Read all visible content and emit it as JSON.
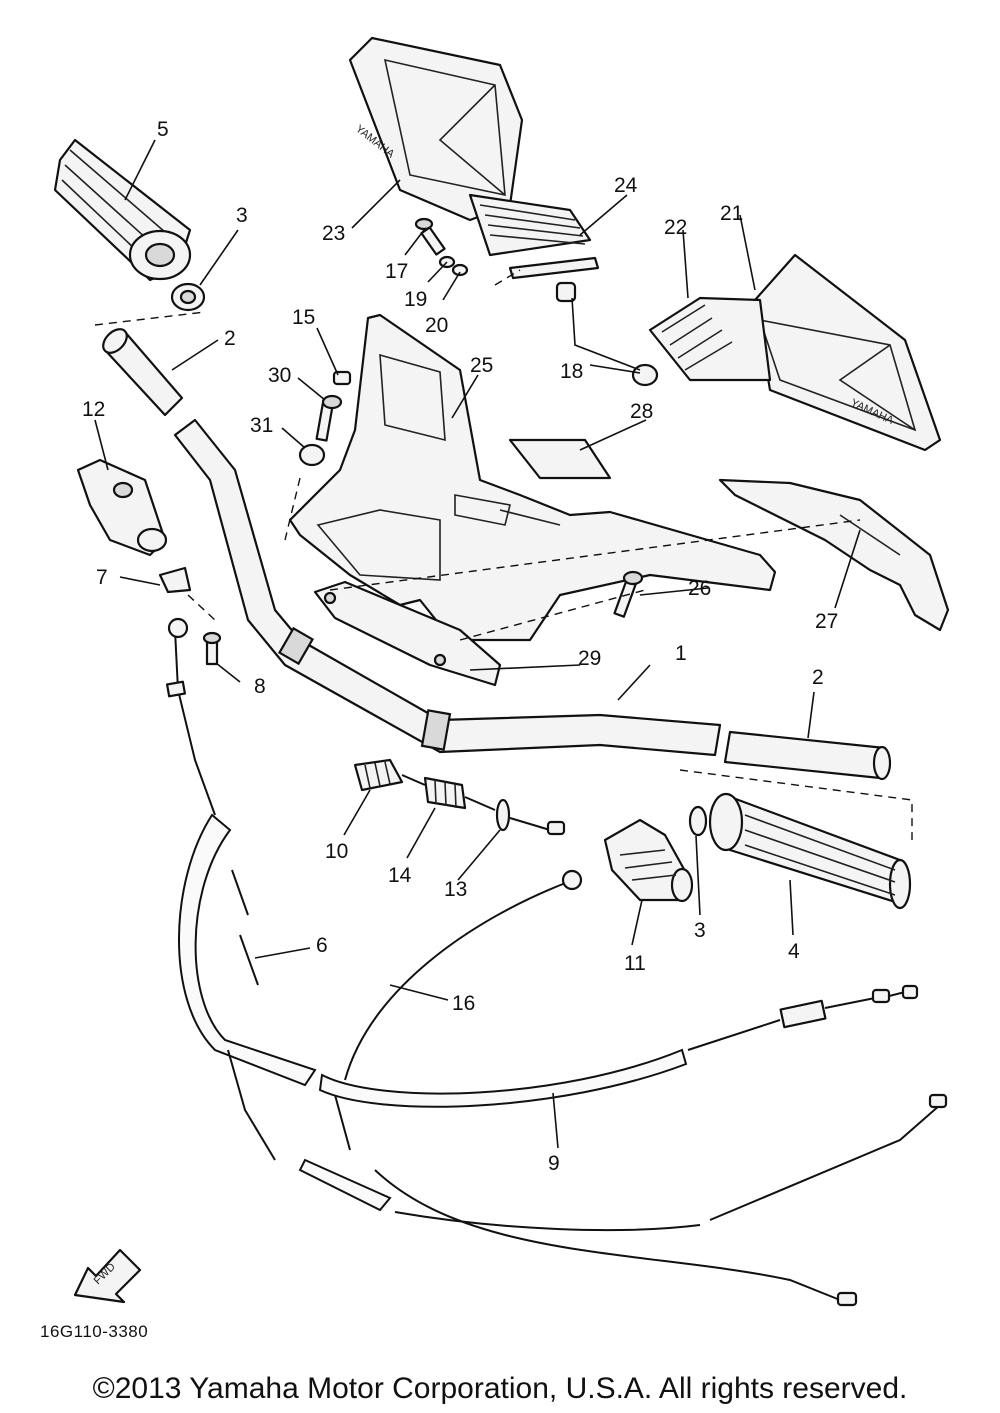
{
  "diagram": {
    "part_code": "16G110-3380",
    "brand_on_parts": "YAMAHA",
    "fwd_label": "FWD",
    "callouts": {
      "c1": "1",
      "c2a": "2",
      "c2b": "2",
      "c3a": "3",
      "c3b": "3",
      "c4": "4",
      "c5": "5",
      "c6": "6",
      "c7": "7",
      "c8": "8",
      "c9": "9",
      "c10": "10",
      "c11": "11",
      "c12": "12",
      "c13": "13",
      "c14": "14",
      "c15": "15",
      "c16": "16",
      "c17": "17",
      "c18": "18",
      "c19": "19",
      "c20": "20",
      "c21": "21",
      "c22": "22",
      "c23": "23",
      "c24": "24",
      "c25": "25",
      "c26": "26",
      "c27": "27",
      "c28": "28",
      "c29": "29",
      "c30": "30",
      "c31": "31"
    }
  },
  "footer": {
    "copyright": "©2013 Yamaha Motor Corporation, U.S.A. All rights reserved."
  }
}
